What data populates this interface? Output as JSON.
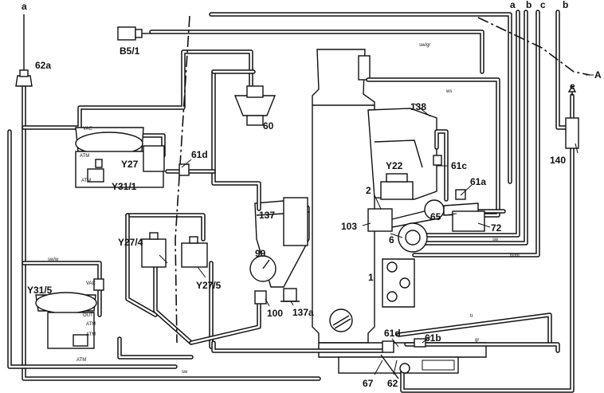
{
  "labels": {
    "a_left": "a",
    "l62a": "62a",
    "b5_1": "B5/1",
    "l60": "60",
    "l61d_upper": "61d",
    "y27": "Y27",
    "y31_1": "Y31/1",
    "l137": "137",
    "y27_4": "Y27/4",
    "y27_5": "Y27/5",
    "l99": "99",
    "l100": "100",
    "l137a": "137a",
    "y31_5": "Y31/5",
    "l138": "138",
    "l61c": "61c",
    "y22": "Y22",
    "l2": "2",
    "l61a": "61a",
    "l65": "65",
    "l103": "103",
    "l6": "6",
    "l72": "72",
    "l1": "1",
    "l61d_lower": "61d",
    "l61b": "61b",
    "l67": "67",
    "l62": "62",
    "a_right": "a",
    "b_1": "b",
    "c": "c",
    "b_2": "b",
    "A": "A",
    "e": "e",
    "l140": "140"
  },
  "small": {
    "sw_gr": "sw/gr",
    "ws": "ws",
    "sw": "sw",
    "br_bl": "br/bl",
    "tr": "tr",
    "gr": "gr",
    "sw_bottom": "sw",
    "sw_w": "sw/w",
    "vac_upper": "VAC",
    "atm_upper": "ATM",
    "atm_upper2": "ATM",
    "vac_lower": "VAC",
    "out": "OUT",
    "atm_lower": "ATM",
    "atm_lower2": "ATM",
    "atm_lower3": "ATM"
  }
}
